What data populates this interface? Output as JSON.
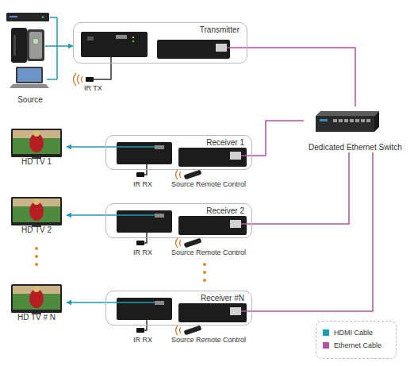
{
  "diagram": {
    "nodes": [
      {
        "text": [
          "Source"
        ]
      },
      {
        "text": [
          "Transmitter"
        ]
      },
      {
        "text": [
          "Dedicated Ethernet Switch"
        ]
      },
      {
        "text": [
          "Receiver 1"
        ]
      },
      {
        "text": [
          "HD TV 1"
        ]
      },
      {
        "text": [
          "Receiver 2"
        ]
      },
      {
        "text": [
          "HD TV 2"
        ]
      },
      {
        "text": [
          "Receiver #N"
        ]
      },
      {
        "text": [
          "HD TV # N"
        ]
      }
    ],
    "edges": [
      {
        "from": 0,
        "to": 1,
        "arrow": "to"
      },
      {
        "from": 1,
        "to": 2,
        "arrow": "none"
      },
      {
        "from": 2,
        "to": 3,
        "arrow": "none"
      },
      {
        "from": 3,
        "to": 4,
        "arrow": "to"
      },
      {
        "from": 2,
        "to": 5,
        "arrow": "none"
      },
      {
        "from": 5,
        "to": 6,
        "arrow": "to"
      },
      {
        "from": 2,
        "to": 7,
        "arrow": "none"
      },
      {
        "from": 7,
        "to": 8,
        "arrow": "to"
      }
    ],
    "labels": [
      "IR TX",
      "IR RX",
      "Source Remote Control",
      "IR RX",
      "Source Remote Control",
      "IR RX",
      "Source Remote Control"
    ],
    "legend": [
      {
        "text": "HDMI Cable",
        "color": "#1e9cb4"
      },
      {
        "text": "Ethernet Cable",
        "color": "#b5529f"
      }
    ]
  }
}
